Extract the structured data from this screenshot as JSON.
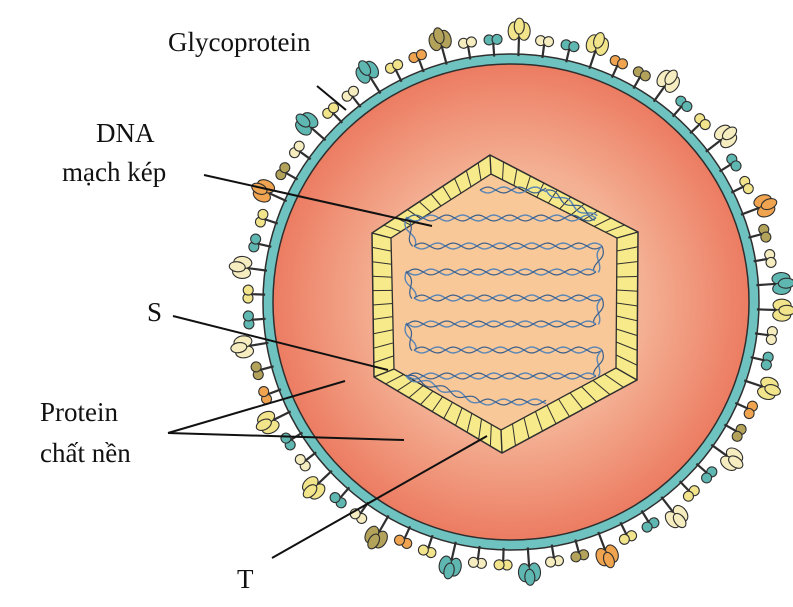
{
  "labels": {
    "glycoprotein": "Glycoprotein",
    "dna_line1": "DNA",
    "dna_line2": "mạch kép",
    "s": "S",
    "matrix_line1": "Protein",
    "matrix_line2": "chất nền",
    "t": "T"
  },
  "colors": {
    "matrix_inner": "#f6c8a8",
    "matrix_outer": "#ee8066",
    "envelope": "#6ec3c0",
    "capsomere": "#f7ea8a",
    "capsid_interior": "#f9c898",
    "dna": "#5a86b6",
    "glyco_yellow": "#f2e48a",
    "glyco_cream": "#f5ecbf",
    "glyco_orange": "#f0a44f",
    "glyco_olive": "#b3a259",
    "glyco_teal": "#5fb7b2"
  }
}
